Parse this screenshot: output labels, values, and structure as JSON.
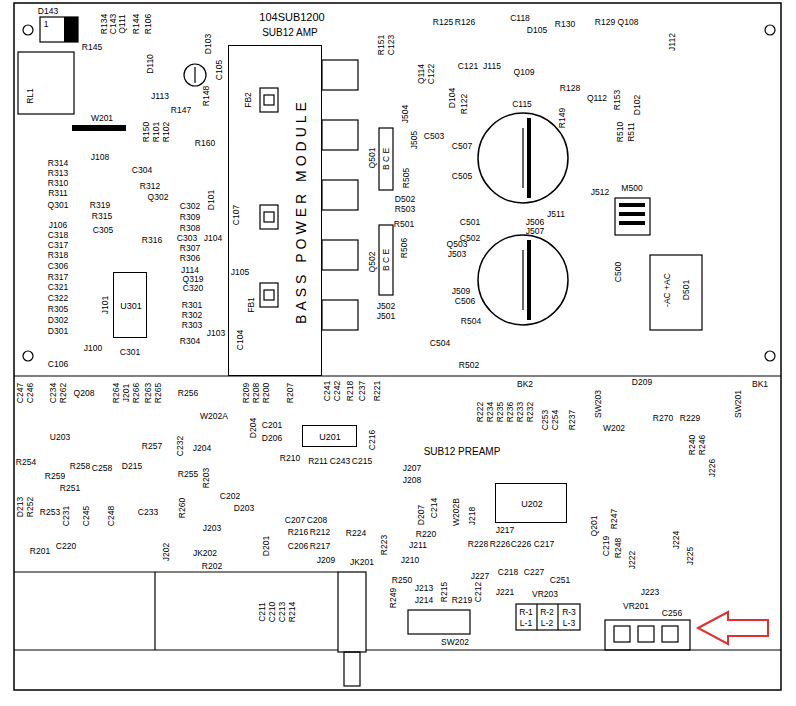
{
  "diagram": {
    "nodes": [
      {
        "text": [
          "BASS POWER MODULE"
        ]
      },
      {
        "text": [
          "U301"
        ]
      },
      {
        "text": [
          "U201"
        ]
      },
      {
        "text": [
          "U202"
        ]
      }
    ],
    "labels": [
      "D143",
      "1",
      "R145",
      "R134",
      "C143",
      "Q111",
      "R144",
      "R106",
      "D110",
      "D103",
      "C105",
      "RL1",
      "R147",
      "J113",
      "R148",
      "W201",
      "R150",
      "R101",
      "R102",
      "R160",
      "FB2",
      "J108",
      "R314",
      "R313",
      "R310",
      "R311",
      "C304",
      "R312",
      "Q302",
      "Q301",
      "R319",
      "J106",
      "R315",
      "C318",
      "C305",
      "C317",
      "R316",
      "R318",
      "C306",
      "R317",
      "C321",
      "C322",
      "R305",
      "D302",
      "D301",
      "C302",
      "R309",
      "R308",
      "C303",
      "J104",
      "R307",
      "R306",
      "D101",
      "C107",
      "J114",
      "Q319",
      "C320",
      "J105",
      "R301",
      "R302",
      "R303",
      "R304",
      "J103",
      "C104",
      "FB1",
      "J100",
      "C301",
      "C106",
      "J101",
      "104SUB1200",
      "SUB12 AMP",
      "R151",
      "C123",
      "R125",
      "R126",
      "C118",
      "D105",
      "R130",
      "R129",
      "Q108",
      "J112",
      "Q114",
      "C122",
      "C121",
      "J115",
      "Q109",
      "R128",
      "D104",
      "R122",
      "C115",
      "Q112",
      "R153",
      "D102",
      "R149",
      "R510",
      "R511",
      "J504",
      "J505",
      "C503",
      "Q501",
      "B C E",
      "C507",
      "C505",
      "R505",
      "D502",
      "R503",
      "R501",
      "R506",
      "Q503",
      "J503",
      "Q502",
      "B C E",
      "J509",
      "C506",
      "J502",
      "J501",
      "R504",
      "C504",
      "R502",
      "C501",
      "C502",
      "J511",
      "J506",
      "J507",
      "J512",
      "M500",
      "D501",
      "-AC +AC",
      "C500",
      "BK2",
      "D209",
      "BK1",
      "SW203",
      "W202",
      "R270",
      "R229",
      "SW201",
      "C247",
      "C246",
      "C234",
      "R262",
      "Q208",
      "R264",
      "J201",
      "R266",
      "R263",
      "R265",
      "R256",
      "W202A",
      "R209",
      "R208",
      "R200",
      "R207",
      "C241",
      "C242",
      "R218",
      "C237",
      "R221",
      "U203",
      "D204",
      "C201",
      "D206",
      "R254",
      "R257",
      "C232",
      "J204",
      "R258",
      "C258",
      "D215",
      "R259",
      "R251",
      "R255",
      "R203",
      "D213",
      "R252",
      "R253",
      "C231",
      "C245",
      "C248",
      "C233",
      "R260",
      "C202",
      "D203",
      "R210",
      "R211",
      "C243",
      "C215",
      "C216",
      "SUB12 PREAMP",
      "J207",
      "J208",
      "D207",
      "C214",
      "R220",
      "J211",
      "J210",
      "R223",
      "R224",
      "C207",
      "C208",
      "R216",
      "R212",
      "D201",
      "C206",
      "R217",
      "J209",
      "JK201",
      "R201",
      "C220",
      "J202",
      "JK202",
      "R202",
      "J203",
      "C211",
      "C210",
      "C213",
      "R214",
      "R250",
      "R249",
      "J213",
      "J214",
      "R215",
      "R219",
      "C212",
      "SW202",
      "J227",
      "J221",
      "R-1",
      "R-2",
      "R-3",
      "L-1",
      "L-2",
      "L-3",
      "VR203",
      "C218",
      "C227",
      "C251",
      "R228",
      "R226",
      "C226",
      "C217",
      "W202B",
      "J218",
      "J217",
      "Q201",
      "R247",
      "C219",
      "R248",
      "J222",
      "J223",
      "VR201",
      "C256",
      "J225",
      "J224",
      "R240",
      "R246",
      "J226",
      "R222",
      "R234",
      "R235",
      "R236",
      "R233",
      "R232",
      "C253",
      "C254",
      "R237"
    ]
  }
}
